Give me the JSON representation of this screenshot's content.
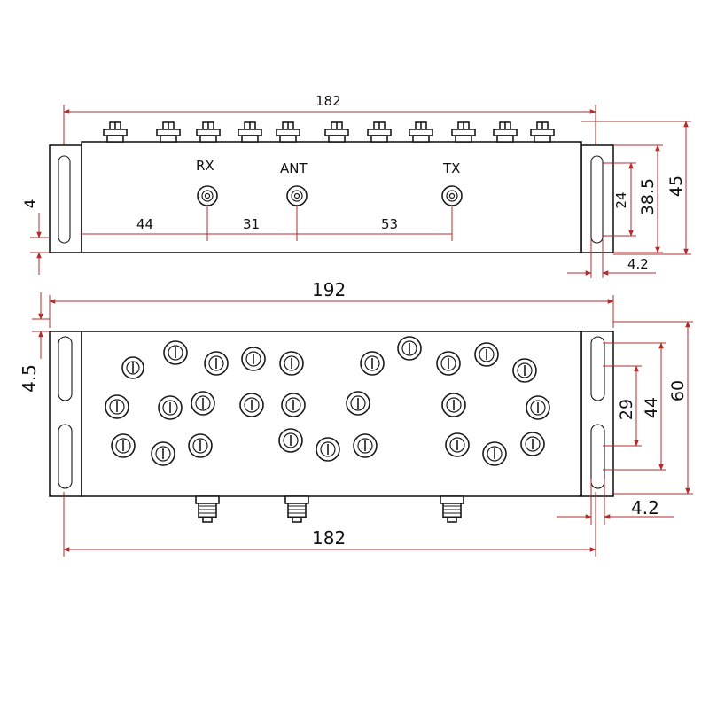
{
  "top_view": {
    "port_labels": {
      "rx": "RX",
      "ant": "ANT",
      "tx": "TX"
    },
    "dimensions": {
      "overall_length": "182",
      "mount_offset": "4",
      "rx_from_edge": "44",
      "rx_to_ant": "31",
      "ant_to_tx": "53",
      "slot_length": "24",
      "slot_span": "38.5",
      "height": "45",
      "slot_width": "4.2"
    }
  },
  "bottom_view": {
    "dimensions": {
      "total_width": "192",
      "mount_offset": "4.5",
      "body_length": "182",
      "slot_length": "29",
      "slot_span": "44",
      "height": "60",
      "slot_width": "4.2"
    }
  }
}
